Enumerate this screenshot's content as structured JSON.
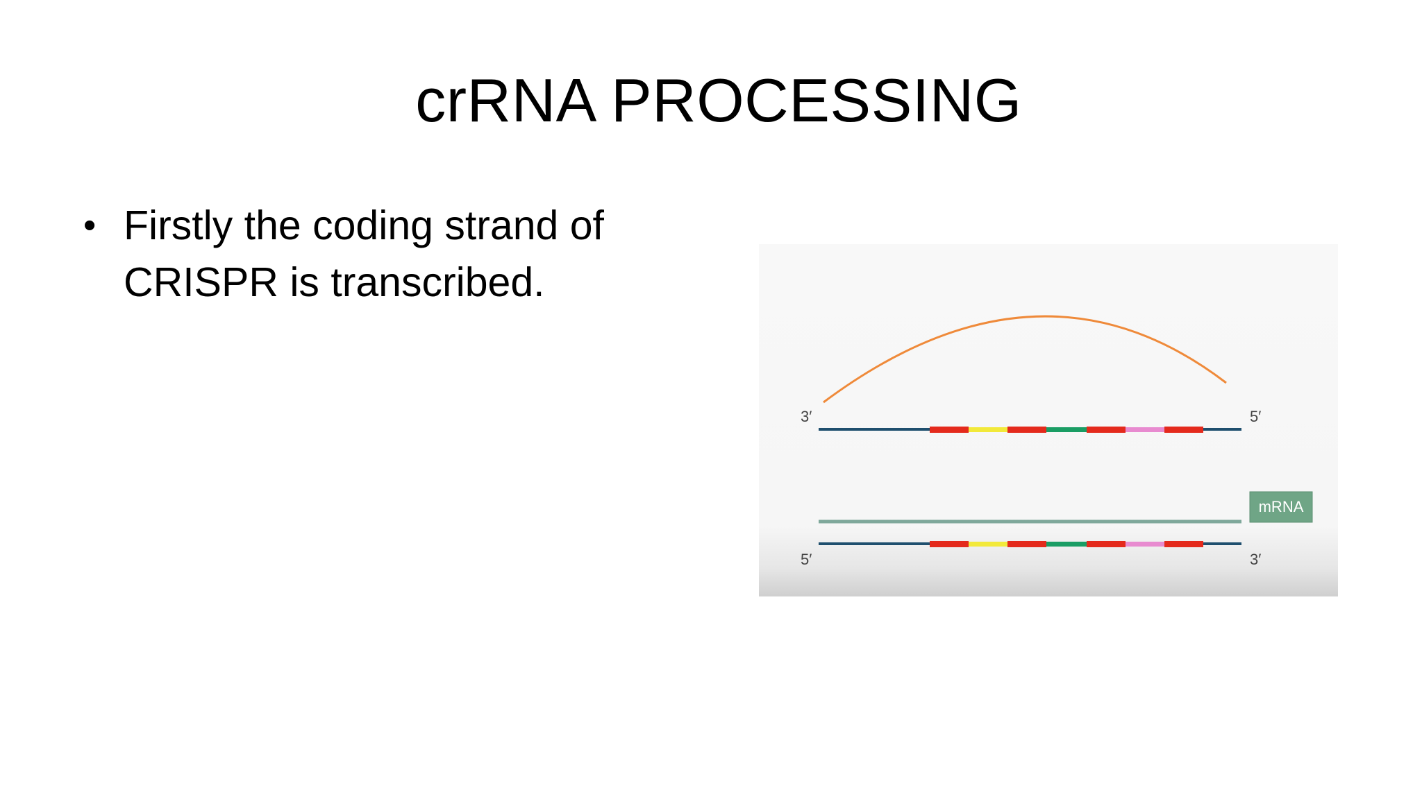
{
  "slide": {
    "title": "crRNA PROCESSING",
    "bullets": [
      "Firstly the coding strand of CRISPR is transcribed."
    ]
  },
  "diagram": {
    "top_strand": {
      "left_end": "3′",
      "right_end": "5′"
    },
    "bottom_strand": {
      "left_end": "5′",
      "right_end": "3′"
    },
    "mrna_label": "mRNA",
    "segment_colors": [
      "#e42a1c",
      "#f2e93a",
      "#e42a1c",
      "#1a9d64",
      "#e42a1c",
      "#e88bd0",
      "#e42a1c"
    ],
    "colors": {
      "dna_strand": "#1f4f6e",
      "arc": "#ef8a3a",
      "mrna": "#7fa89b",
      "mrna_label_bg": "#6fa586"
    }
  }
}
